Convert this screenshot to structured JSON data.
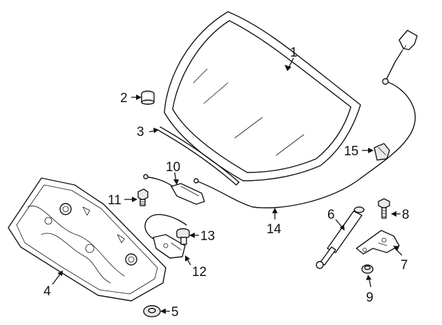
{
  "diagram": {
    "callouts": [
      {
        "id": "c1",
        "label": "1"
      },
      {
        "id": "c2",
        "label": "2"
      },
      {
        "id": "c3",
        "label": "3"
      },
      {
        "id": "c4",
        "label": "4"
      },
      {
        "id": "c5",
        "label": "5"
      },
      {
        "id": "c6",
        "label": "6"
      },
      {
        "id": "c7",
        "label": "7"
      },
      {
        "id": "c8",
        "label": "8"
      },
      {
        "id": "c9",
        "label": "9"
      },
      {
        "id": "c10",
        "label": "10"
      },
      {
        "id": "c11",
        "label": "11"
      },
      {
        "id": "c12",
        "label": "12"
      },
      {
        "id": "c13",
        "label": "13"
      },
      {
        "id": "c14",
        "label": "14"
      },
      {
        "id": "c15",
        "label": "15"
      }
    ],
    "colors": {
      "line": "#111111",
      "shade": "#e9e9e9",
      "background": "#ffffff"
    }
  }
}
